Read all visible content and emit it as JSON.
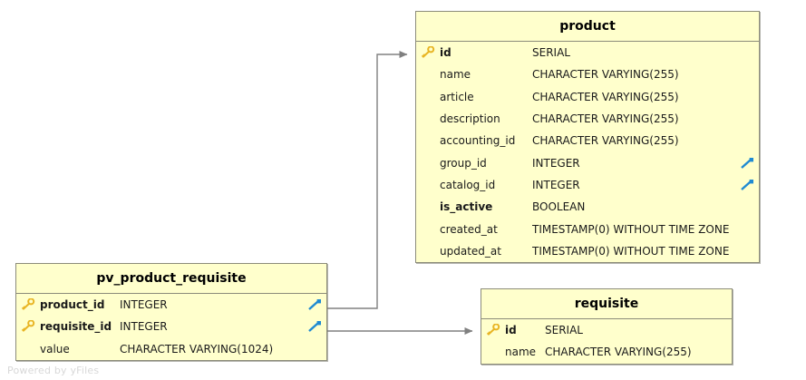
{
  "diagram": {
    "type": "entity-relationship-diagram",
    "watermark": "Powered by yFiles",
    "colors": {
      "entity_fill": "#ffffcc",
      "entity_border": "#8c8c7a",
      "edge": "#808080",
      "pk_icon": "#e8b423",
      "fk_icon": "#1f8ad2",
      "text": "#1a1a1a"
    }
  },
  "entities": [
    {
      "name": "product",
      "title": "product",
      "attributes": [
        {
          "name": "id",
          "type": "SERIAL",
          "pk": true,
          "fk": false,
          "bold": true
        },
        {
          "name": "name",
          "type": "CHARACTER VARYING(255)",
          "pk": false,
          "fk": false,
          "bold": false
        },
        {
          "name": "article",
          "type": "CHARACTER VARYING(255)",
          "pk": false,
          "fk": false,
          "bold": false
        },
        {
          "name": "description",
          "type": "CHARACTER VARYING(255)",
          "pk": false,
          "fk": false,
          "bold": false
        },
        {
          "name": "accounting_id",
          "type": "CHARACTER VARYING(255)",
          "pk": false,
          "fk": false,
          "bold": false
        },
        {
          "name": "group_id",
          "type": "INTEGER",
          "pk": false,
          "fk": true,
          "bold": false
        },
        {
          "name": "catalog_id",
          "type": "INTEGER",
          "pk": false,
          "fk": true,
          "bold": false
        },
        {
          "name": "is_active",
          "type": "BOOLEAN",
          "pk": false,
          "fk": false,
          "bold": true
        },
        {
          "name": "created_at",
          "type": "TIMESTAMP(0) WITHOUT TIME ZONE",
          "pk": false,
          "fk": false,
          "bold": false
        },
        {
          "name": "updated_at",
          "type": "TIMESTAMP(0) WITHOUT TIME ZONE",
          "pk": false,
          "fk": false,
          "bold": false
        }
      ]
    },
    {
      "name": "pv_product_requisite",
      "title": "pv_product_requisite",
      "attributes": [
        {
          "name": "product_id",
          "type": "INTEGER",
          "pk": true,
          "fk": true,
          "bold": true
        },
        {
          "name": "requisite_id",
          "type": "INTEGER",
          "pk": true,
          "fk": true,
          "bold": true
        },
        {
          "name": "value",
          "type": "CHARACTER VARYING(1024)",
          "pk": false,
          "fk": false,
          "bold": false
        }
      ]
    },
    {
      "name": "requisite",
      "title": "requisite",
      "attributes": [
        {
          "name": "id",
          "type": "SERIAL",
          "pk": true,
          "fk": false,
          "bold": true
        },
        {
          "name": "name",
          "type": "CHARACTER VARYING(255)",
          "pk": false,
          "fk": false,
          "bold": false
        }
      ]
    }
  ],
  "relationships": [
    {
      "from": "pv_product_requisite.product_id",
      "to": "product.id"
    },
    {
      "from": "pv_product_requisite.requisite_id",
      "to": "requisite.id"
    }
  ],
  "icons": {
    "pk": "key-icon",
    "fk": "fk-arrow-icon",
    "edge_end": "arrowhead-icon"
  }
}
